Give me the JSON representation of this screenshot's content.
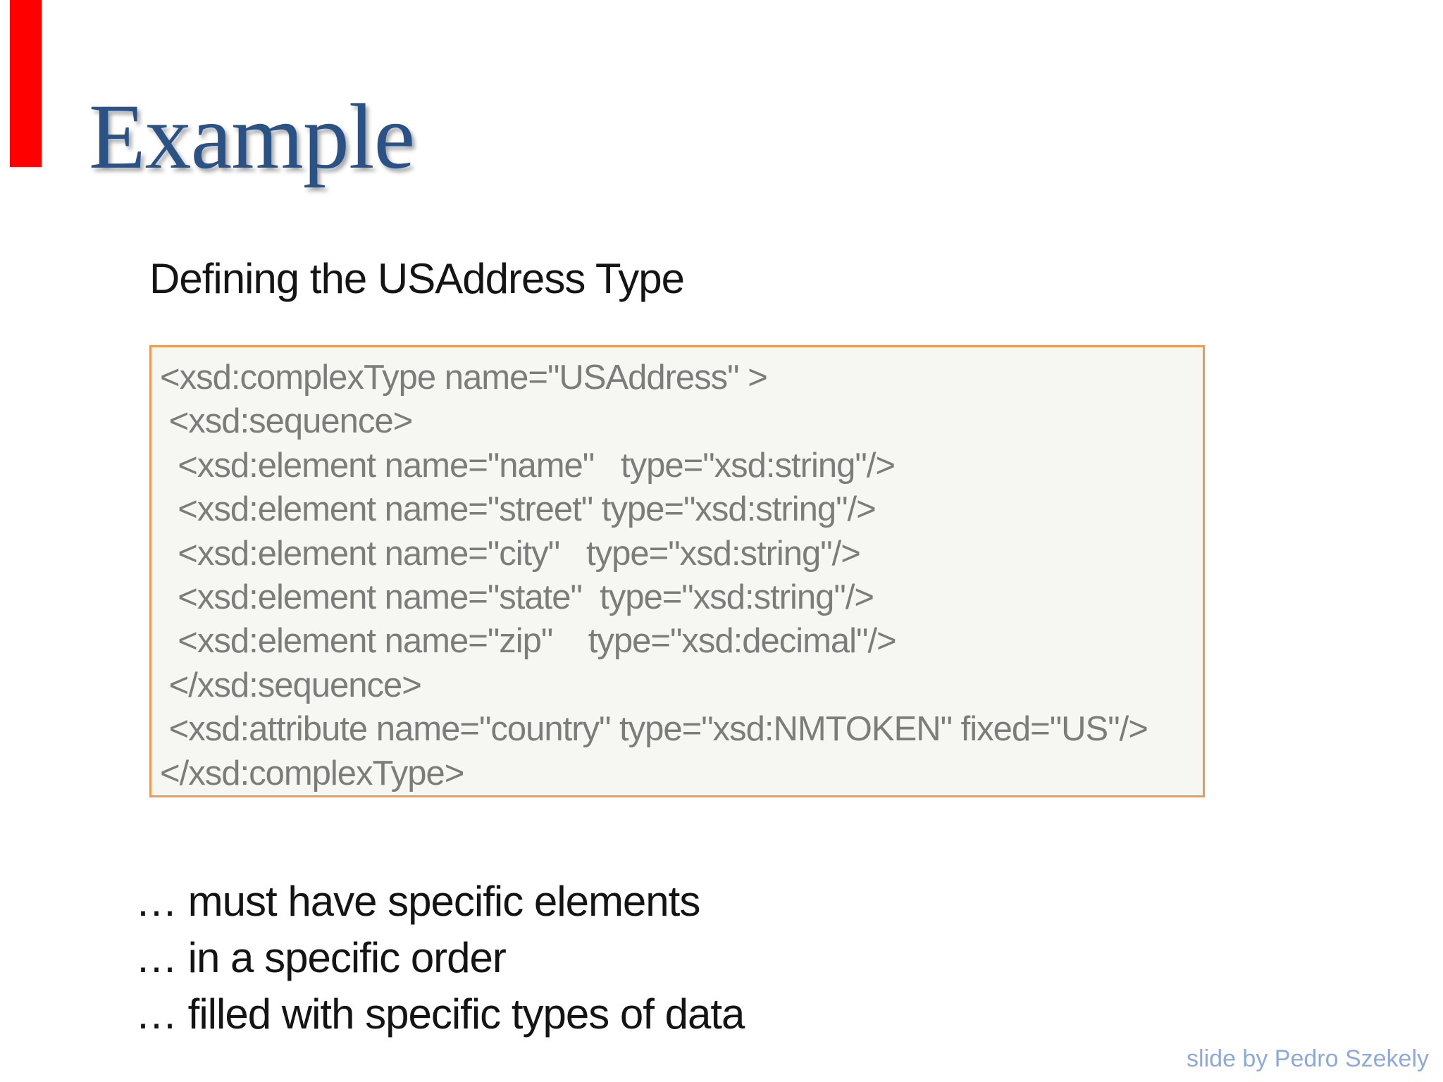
{
  "slide": {
    "title": "Example",
    "subtitle": "Defining the USAddress Type",
    "code_lines": [
      "<xsd:complexType name=\"USAddress\" >",
      " <xsd:sequence>",
      "  <xsd:element name=\"name\"   type=\"xsd:string\"/>",
      "  <xsd:element name=\"street\" type=\"xsd:string\"/>",
      "  <xsd:element name=\"city\"   type=\"xsd:string\"/>",
      "  <xsd:element name=\"state\"  type=\"xsd:string\"/>",
      "  <xsd:element name=\"zip\"    type=\"xsd:decimal\"/>",
      " </xsd:sequence>",
      " <xsd:attribute name=\"country\" type=\"xsd:NMTOKEN\" fixed=\"US\"/>",
      "</xsd:complexType>"
    ],
    "bullets": [
      "… must have specific elements",
      "… in a specific order",
      "… filled with specific types of data"
    ],
    "credit": "slide by Pedro Szekely",
    "colors": {
      "accent_bar": "#ff0000",
      "title": "#2a5284",
      "body_text": "#141414",
      "code_border": "#ed9b51",
      "code_bg": "#f6f6f2",
      "code_text": "#7c7c7a",
      "credit": "#8ea9db"
    }
  }
}
